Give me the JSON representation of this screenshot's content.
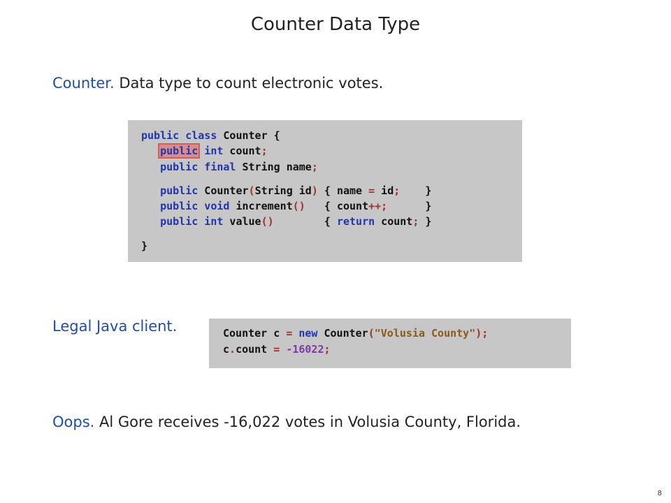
{
  "slide": {
    "title": "Counter Data Type",
    "page_number": "8"
  },
  "bullets": [
    {
      "lead": "Counter.",
      "text": "Data type to count electronic votes."
    },
    {
      "lead": "Legal Java client.",
      "text": ""
    },
    {
      "lead": "Oops.",
      "text": "Al Gore receives -16,022 votes in Volusia County, Florida."
    }
  ],
  "code_main": {
    "lines": [
      "public class Counter {",
      "   public int count;",
      "   public final String name;",
      "   public Counter(String id) { name = id;    }",
      "   public void increment()   { count++;      }",
      "   public int value()        { return count; }",
      "}"
    ],
    "highlighted_token": "public"
  },
  "code_client": {
    "lines": [
      "Counter c = new Counter(\"Volusia County\");",
      "c.count = -16022;"
    ]
  },
  "colors": {
    "keyword": "#1f35b0",
    "operator": "#a0322a",
    "string": "#8a5a1a",
    "number": "#7b3aa8",
    "code_background": "#c7c7c7",
    "highlight": "#d98c8c"
  }
}
